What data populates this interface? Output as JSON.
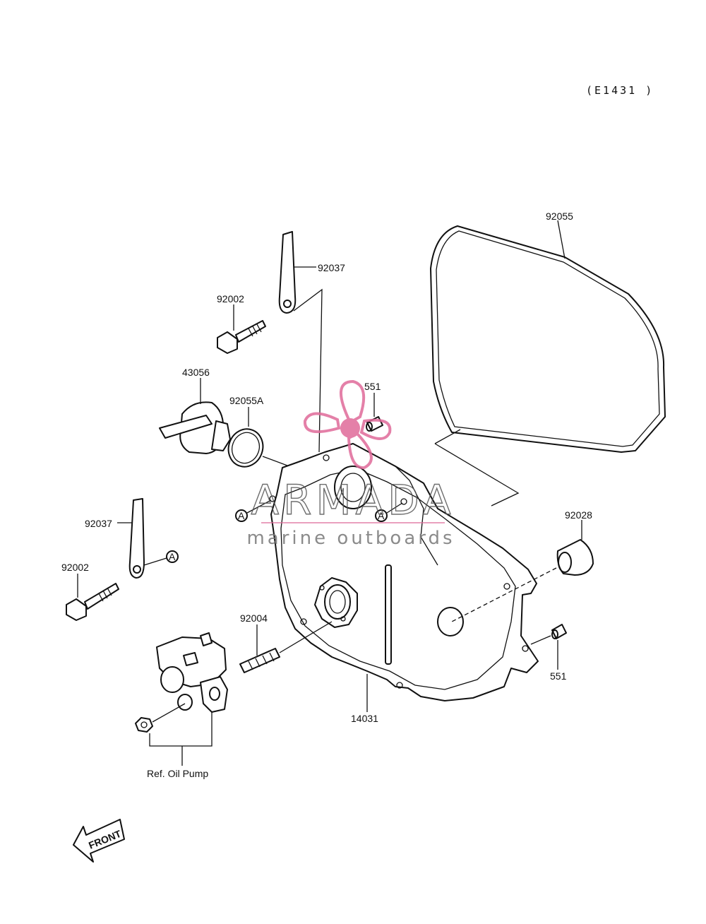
{
  "diagram": {
    "code": "(E1431 )",
    "labels": {
      "p92055": "92055",
      "p92037_top": "92037",
      "p92002_top": "92002",
      "p43056": "43056",
      "p92055A": "92055A",
      "p551_top": "551",
      "p92037_left": "92037",
      "p92002_left": "92002",
      "p92028": "92028",
      "p92004": "92004",
      "p551_right": "551",
      "p14031": "14031",
      "ref_oil_pump": "Ref. Oil Pump",
      "marker_a": "A",
      "front": "FRONT"
    }
  },
  "watermark": {
    "brand": "ARMADA",
    "tagline": "marine outboards",
    "color": "#e06a9a"
  }
}
